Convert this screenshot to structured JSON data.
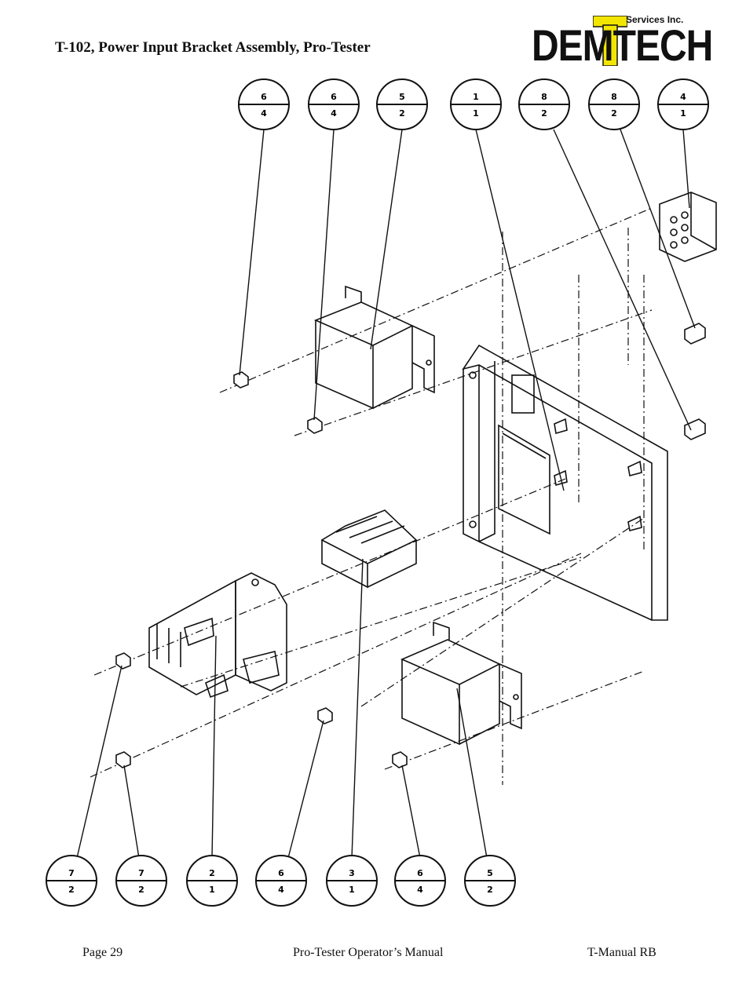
{
  "header": {
    "title": "T-102, Power Input Bracket Assembly, Pro-Tester",
    "logo_word": "DEMTECH",
    "logo_services": "Services Inc.",
    "logo_accent": "#f2e600"
  },
  "balloons_top": [
    {
      "item": "6",
      "qty": "4"
    },
    {
      "item": "6",
      "qty": "4"
    },
    {
      "item": "5",
      "qty": "2"
    },
    {
      "item": "1",
      "qty": "1"
    },
    {
      "item": "8",
      "qty": "2"
    },
    {
      "item": "8",
      "qty": "2"
    },
    {
      "item": "4",
      "qty": "1"
    }
  ],
  "balloons_bottom": [
    {
      "item": "7",
      "qty": "2"
    },
    {
      "item": "7",
      "qty": "2"
    },
    {
      "item": "2",
      "qty": "1"
    },
    {
      "item": "6",
      "qty": "4"
    },
    {
      "item": "3",
      "qty": "1"
    },
    {
      "item": "6",
      "qty": "4"
    },
    {
      "item": "5",
      "qty": "2"
    }
  ],
  "footer": {
    "page": "Page 29",
    "manual": "Pro-Tester Operator’s Manual",
    "code": "T-Manual RB"
  }
}
